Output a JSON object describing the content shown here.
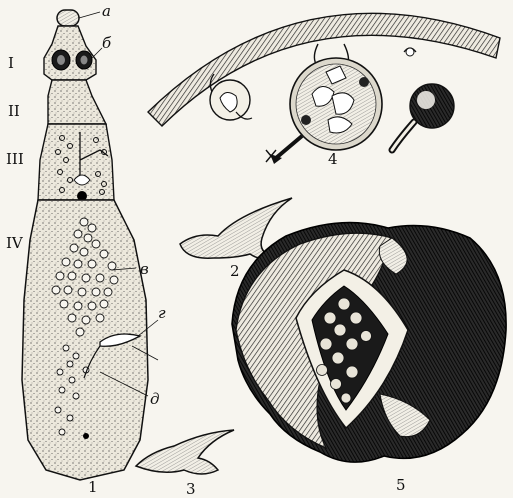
{
  "labels": {
    "fig1_a": "a",
    "fig1_b": "б",
    "seg_I": "I",
    "seg_II": "II",
    "seg_III": "III",
    "seg_IV": "IV",
    "fig1_v": "в",
    "fig1_g": "г",
    "fig1_d": "д",
    "fig1": "1",
    "fig2": "2",
    "fig3": "3",
    "fig4": "4",
    "fig5": "5"
  }
}
